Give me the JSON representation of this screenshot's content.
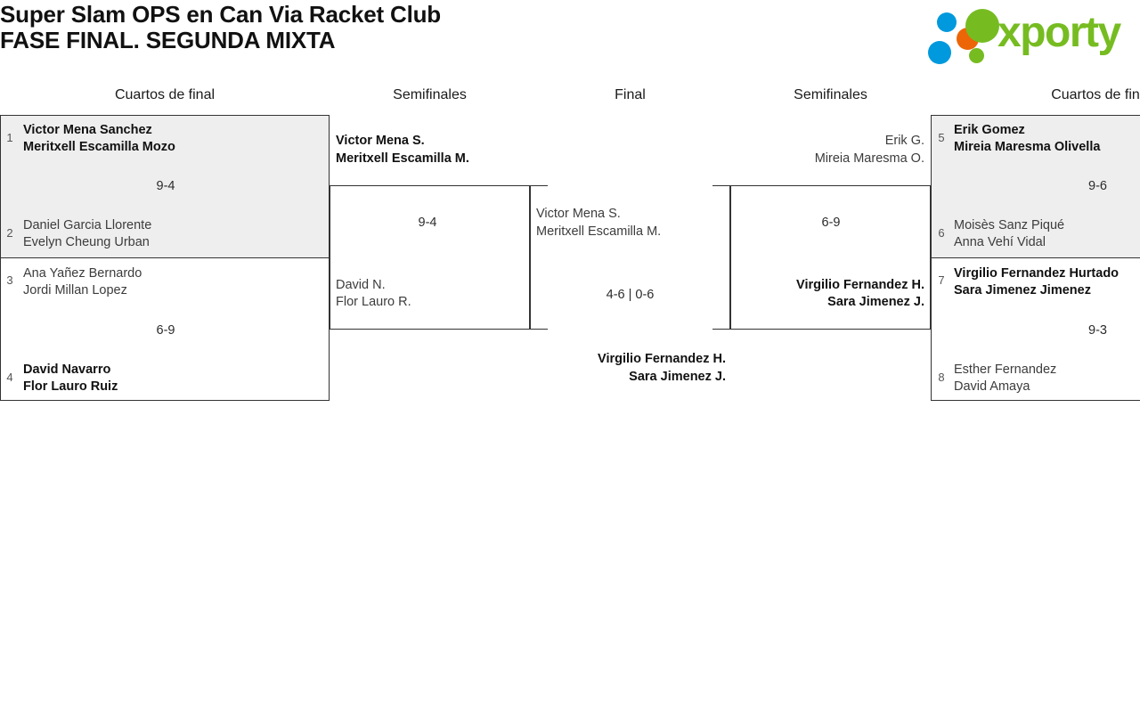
{
  "header": {
    "title_line1": "Super Slam OPS en Can Via Racket Club",
    "title_line2": "FASE FINAL. SEGUNDA MIXTA",
    "logo_text": "xporty",
    "logo_colors": {
      "green": "#76bc21",
      "blue": "#0099dd",
      "orange": "#ec6608"
    }
  },
  "rounds": {
    "qf_left": "Cuartos de final",
    "sf_left": "Semifinales",
    "final": "Final",
    "sf_right": "Semifinales",
    "qf_right": "Cuartos de fin"
  },
  "bracket": {
    "quarterfinals_left": [
      {
        "seed_top": "1",
        "top_p1": "Victor Mena Sanchez",
        "top_p2": "Meritxell Escamilla Mozo",
        "top_winner": true,
        "score": "9-4",
        "seed_bottom": "2",
        "bottom_p1": "Daniel Garcia Llorente",
        "bottom_p2": "Evelyn Cheung Urban",
        "bottom_winner": false,
        "shaded": true
      },
      {
        "seed_top": "3",
        "top_p1": "Ana Yañez Bernardo",
        "top_p2": "Jordi Millan Lopez",
        "top_winner": false,
        "score": "6-9",
        "seed_bottom": "4",
        "bottom_p1": "David Navarro",
        "bottom_p2": "Flor Lauro Ruiz",
        "bottom_winner": true,
        "shaded": false
      }
    ],
    "quarterfinals_right": [
      {
        "seed_top": "5",
        "top_p1": "Erik Gomez",
        "top_p2": "Mireia Maresma Olivella",
        "top_winner": true,
        "score": "9-6",
        "seed_bottom": "6",
        "bottom_p1": "Moisès Sanz Piqué",
        "bottom_p2": "Anna Vehí Vidal",
        "bottom_winner": false,
        "shaded": true
      },
      {
        "seed_top": "7",
        "top_p1": "Virgilio Fernandez Hurtado",
        "top_p2": "Sara Jimenez Jimenez",
        "top_winner": true,
        "score": "9-3",
        "seed_bottom": "8",
        "bottom_p1": "Esther Fernandez",
        "bottom_p2": "David Amaya",
        "bottom_winner": false,
        "shaded": false
      }
    ],
    "semifinal_left": {
      "top_p1": "Victor Mena S.",
      "top_p2": "Meritxell Escamilla M.",
      "top_winner": true,
      "score": "9-4",
      "bottom_p1": "David N.",
      "bottom_p2": "Flor Lauro R.",
      "bottom_winner": false
    },
    "semifinal_right": {
      "top_p1": "Erik G.",
      "top_p2": "Mireia Maresma O.",
      "top_winner": false,
      "score": "6-9",
      "bottom_p1": "Virgilio Fernandez H.",
      "bottom_p2": "Sara Jimenez J.",
      "bottom_winner": true
    },
    "final": {
      "top_p1": "Victor Mena S.",
      "top_p2": "Meritxell Escamilla M.",
      "top_winner": false,
      "score": "4-6 | 0-6",
      "champion_p1": "Virgilio Fernandez H.",
      "champion_p2": "Sara Jimenez J."
    }
  }
}
